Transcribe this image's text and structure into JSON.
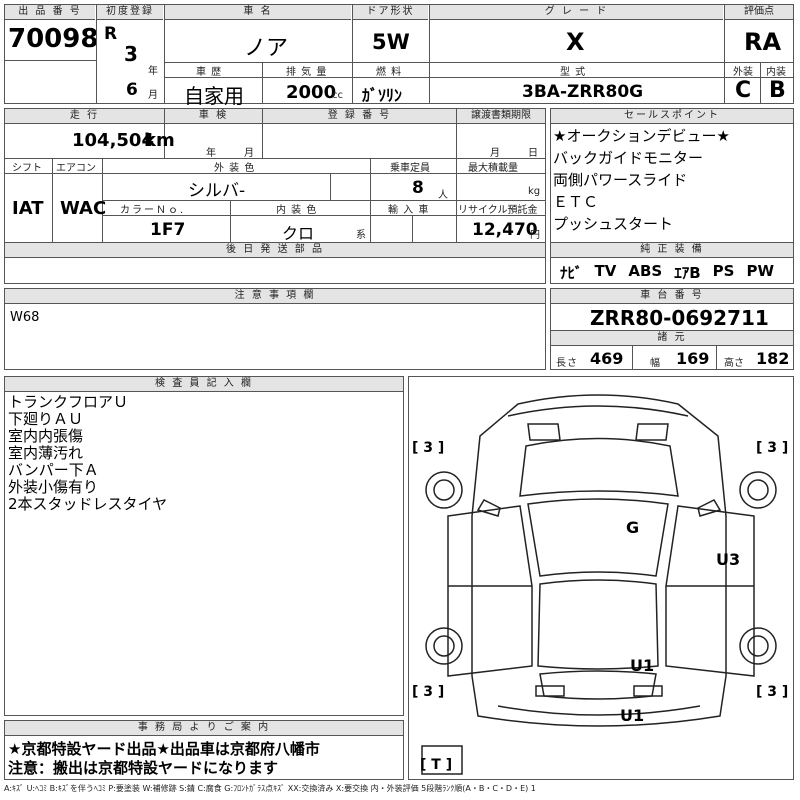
{
  "header": {
    "lot_label": "出 品 番 号",
    "lot_number": "70098",
    "first_reg_label": "初度登録",
    "era": "R",
    "year": "3",
    "year_unit": "年",
    "month": "6",
    "month_unit": "月",
    "car_name_label": "車 名",
    "car_name": "ノア",
    "door_label": "ドア形状",
    "door": "5W",
    "grade_label": "グ レ ー ド",
    "grade": "X",
    "score_label": "評価点",
    "score": "RA",
    "history_label": "車 歴",
    "history": "自家用",
    "displacement_label": "排 気 量",
    "displacement": "2000",
    "displacement_unit": "cc",
    "fuel_label": "燃 料",
    "fuel": "ｶﾞｿﾘﾝ",
    "model_label": "型 式",
    "model": "3BA-ZRR80G",
    "exterior_label": "外装",
    "exterior_grade": "C",
    "interior_label": "内装",
    "interior_grade": "B"
  },
  "middle": {
    "mileage_label": "走 行",
    "mileage": "104,504",
    "mileage_unit": "km",
    "inspection_label": "車 検",
    "year_unit": "年",
    "month_unit": "月",
    "regno_label": "登 録 番 号",
    "transfer_label": "譲渡書類期限",
    "shift_label": "シフト",
    "shift": "IAT",
    "ac_label": "エアコン",
    "ac": "WAC",
    "ext_color_label": "外 装 色",
    "ext_color": "シルバ-",
    "capacity_label": "乗車定員",
    "capacity": "8",
    "capacity_unit": "人",
    "max_load_label": "最大積載量",
    "max_load_unit": "kg",
    "color_no_label": "カラーＮｏ.",
    "color_no": "1F7",
    "int_color_label": "内 装 色",
    "int_color": "クロ",
    "int_color_unit": "系",
    "import_label": "輸 入 車",
    "recycle_label": "リサイクル預託金",
    "recycle": "12,470",
    "recycle_unit": "円",
    "later_parts_label": "後 日 発 送 部 品"
  },
  "sales_points": {
    "label": "セールスポイント",
    "items": [
      "★オークションデビュー★",
      "バックガイドモニター",
      "両側パワースライド",
      "ＥＴＣ",
      "プッシュスタート"
    ]
  },
  "equipment": {
    "label": "純 正 装 備",
    "items": [
      "ﾅﾋﾞ",
      "TV",
      "ABS",
      "ｴｱB",
      "PS",
      "PW"
    ]
  },
  "notes": {
    "label": "注 意 事 項 欄",
    "text": "W68"
  },
  "chassis": {
    "label": "車 台 番 号",
    "number": "ZRR80-0692711",
    "spec_label": "諸 元",
    "length_label": "長さ",
    "length": "469",
    "width_label": "幅",
    "width": "169",
    "height_label": "高さ",
    "height": "182"
  },
  "inspector": {
    "label": "検 査 員 記 入 欄",
    "lines": [
      "トランクフロアＵ",
      "下廻りＡＵ",
      "室内内張傷",
      "室内薄汚れ",
      "バンパー下Ａ",
      "外装小傷有り",
      "2本スタッドレスタイヤ"
    ]
  },
  "office": {
    "label": "事 務 局 よ り ご 案 内",
    "lines": [
      "★京都特設ヤード出品★出品車は京都府八幡市",
      "注意：搬出は京都特設ヤードになります"
    ]
  },
  "diagram": {
    "tire_fl": "[ 3 ]",
    "tire_fr": "[ 3 ]",
    "tire_rl": "[ 3 ]",
    "tire_rr": "[ 3 ]",
    "spare": "[ T ]",
    "mark_windshield": "G",
    "mark_side": "U3",
    "mark_rear": "U1",
    "mark_bumper": "U1"
  },
  "legend": "A:ｷｽﾞ U:ﾍｺﾐ B:ｷｽﾞを伴うﾍｺﾐ P:要塗装 W:補修跡 S:錆 C:腐食 G:ﾌﾛﾝﾄｶﾞﾗｽ点ｷｽﾞ XX:交換済み X:要交換 内・外装評価 5段階ﾗﾝｸ順(A・B・C・D・E) 1"
}
